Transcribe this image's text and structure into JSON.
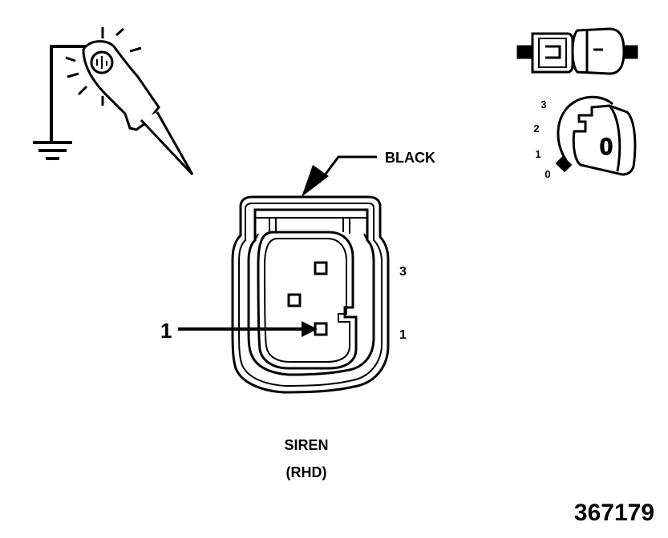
{
  "diagram": {
    "connector_color_label": "BLACK",
    "pin_labels": {
      "upper": "3",
      "lower": "1"
    },
    "callout_number": "1",
    "component_name": "SIREN",
    "component_variant": "(RHD)",
    "figure_number": "367179"
  },
  "ignition_switch": {
    "positions": [
      "3",
      "2",
      "1",
      "0"
    ],
    "key_label": "0"
  },
  "icons": [
    "test-lamp-icon",
    "ground-symbol-icon",
    "disconnected-connector-icon",
    "ignition-key-icon"
  ],
  "colors": {
    "line": "#000000",
    "background": "#ffffff"
  }
}
